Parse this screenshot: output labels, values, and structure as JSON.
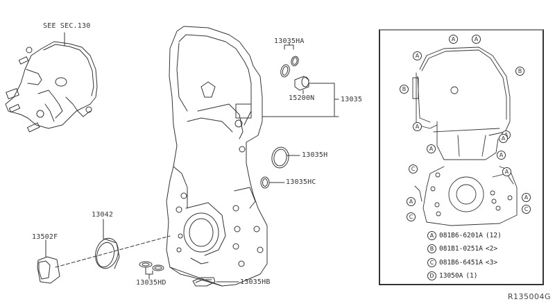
{
  "diagram": {
    "type": "exploded parts diagram",
    "reference_code": "R135004G",
    "see_section_label": "SEE SEC.130",
    "part_labels": [
      {
        "id": "13035HA",
        "text": "13035HA"
      },
      {
        "id": "15200N",
        "text": "15200N"
      },
      {
        "id": "13035",
        "text": "13035"
      },
      {
        "id": "13035H",
        "text": "13035H"
      },
      {
        "id": "13035HC",
        "text": "13035HC"
      },
      {
        "id": "13042",
        "text": "13042"
      },
      {
        "id": "13502F",
        "text": "13502F"
      },
      {
        "id": "13035HD",
        "text": "13035HD"
      },
      {
        "id": "13035HB",
        "text": "13035HB"
      }
    ],
    "inset": {
      "legend": [
        {
          "symbol": "A",
          "part": "081B6-6201A",
          "qty": "(12)"
        },
        {
          "symbol": "B",
          "part": "081B1-0251A",
          "qty": "<2>"
        },
        {
          "symbol": "C",
          "part": "081B6-6451A",
          "qty": "<3>"
        },
        {
          "symbol": "D",
          "part": "13050A",
          "qty": "(1)"
        }
      ],
      "callouts": [
        "A",
        "A",
        "A",
        "B",
        "B",
        "A",
        "A",
        "A",
        "A",
        "A",
        "A",
        "C",
        "A",
        "A",
        "C",
        "C",
        "A"
      ]
    }
  }
}
